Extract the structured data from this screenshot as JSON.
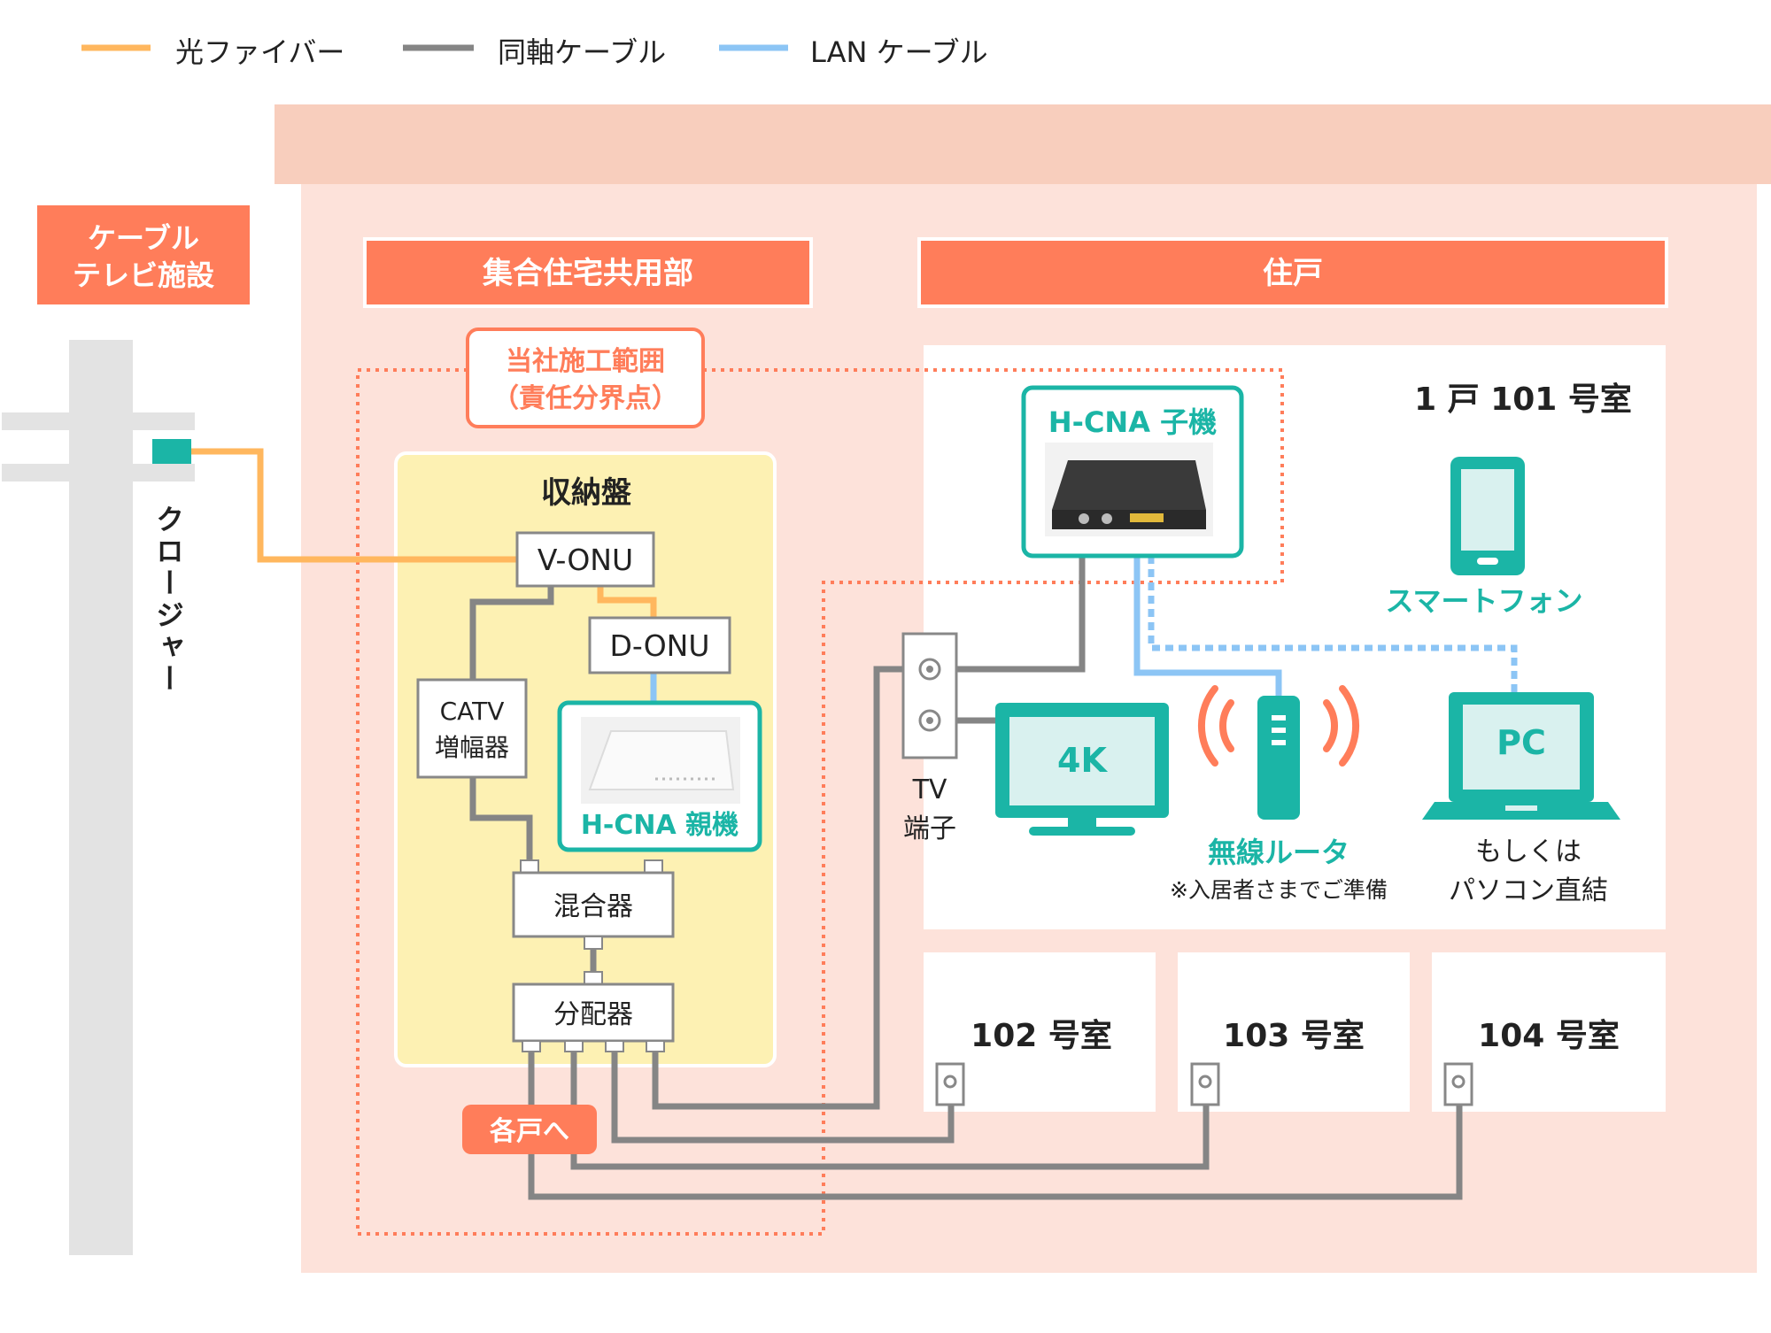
{
  "legend": {
    "fiber": "光ファイバー",
    "coax": "同軸ケーブル",
    "lan": "LAN ケーブル"
  },
  "headers": {
    "catv_line1": "ケーブル",
    "catv_line2": "テレビ施設",
    "common": "集合住宅共用部",
    "unit": "住戸"
  },
  "scope": {
    "line1": "当社施工範囲",
    "line2": "（責任分界点）"
  },
  "closure": "クロージャー",
  "cabinet": {
    "title": "収納盤",
    "vonu": "V-ONU",
    "donu": "D-ONU",
    "catv_amp_line1": "CATV",
    "catv_amp_line2": "増幅器",
    "hcna_parent": "H-CNA 親機",
    "mixer": "混合器",
    "splitter": "分配器",
    "to_units": "各戸へ"
  },
  "room101": {
    "title": "1 戸 101 号室",
    "hcna_child": "H-CNA 子機",
    "smartphone": "スマートフォン",
    "tv_label": "4K",
    "tv_outlet_line1": "TV",
    "tv_outlet_line2": "端子",
    "router": "無線ルータ",
    "router_note": "※入居者さまでご準備",
    "pc_label": "PC",
    "pc_note_line1": "もしくは",
    "pc_note_line2": "パソコン直結"
  },
  "rooms": [
    "102 号室",
    "103 号室",
    "104 号室"
  ],
  "colors": {
    "fiber": "#ffb75e",
    "coax": "#858585",
    "lan": "#8cc5f5",
    "accent": "#ff7d5a",
    "teal": "#1bb5a6",
    "building_light": "#fde2da",
    "building_roof": "#f8cebd",
    "cabinet_fill": "#fdf1b3",
    "pole": "#e3e3e3"
  }
}
